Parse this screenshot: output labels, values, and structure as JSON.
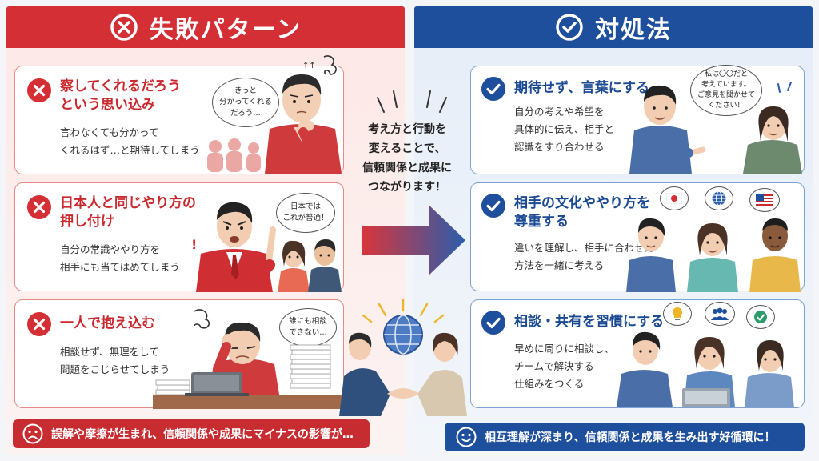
{
  "left": {
    "header": "失敗パターン",
    "cards": [
      {
        "title": "察してくれるだろう\nという思い込み",
        "desc": "言わなくても分かって\nくれるはず…と期待してしまう",
        "bubble": "きっと\n分かってくれる\nだろう…"
      },
      {
        "title": "日本人と同じやり方の\n押し付け",
        "desc": "自分の常識ややり方を\n相手にも当てはめてしまう",
        "bubble": "日本では\nこれが普通！"
      },
      {
        "title": "一人で抱え込む",
        "desc": "相談せず、無理をして\n問題をこじらせてしまう",
        "bubble": "誰にも相談\nできない…"
      }
    ],
    "footer": "誤解や摩擦が生まれ、信頼関係や成果にマイナスの影響が…"
  },
  "right": {
    "header": "対処法",
    "cards": [
      {
        "title": "期待せず、言葉にする",
        "desc": "自分の考えや希望を\n具体的に伝え、相手と\n認識をすり合わせる",
        "bubble": "私は〇〇だと\n考えています。\nご意見を聞かせて\nください！"
      },
      {
        "title": "相手の文化ややり方を\n尊重する",
        "desc": "違いを理解し、相手に合わせた\n方法を一緒に考える"
      },
      {
        "title": "相談・共有を習慣にする",
        "desc": "早めに周りに相談し、\nチームで解決する\n仕組みをつくる"
      }
    ],
    "footer": "相互理解が深まり、信頼関係と成果を生み出す好循環に！"
  },
  "center": {
    "message": "考え方と行動を\n変えることで、\n信頼関係と成果に\nつながります！"
  },
  "colors": {
    "red": "#d32f35",
    "blue": "#1d4f9c"
  }
}
